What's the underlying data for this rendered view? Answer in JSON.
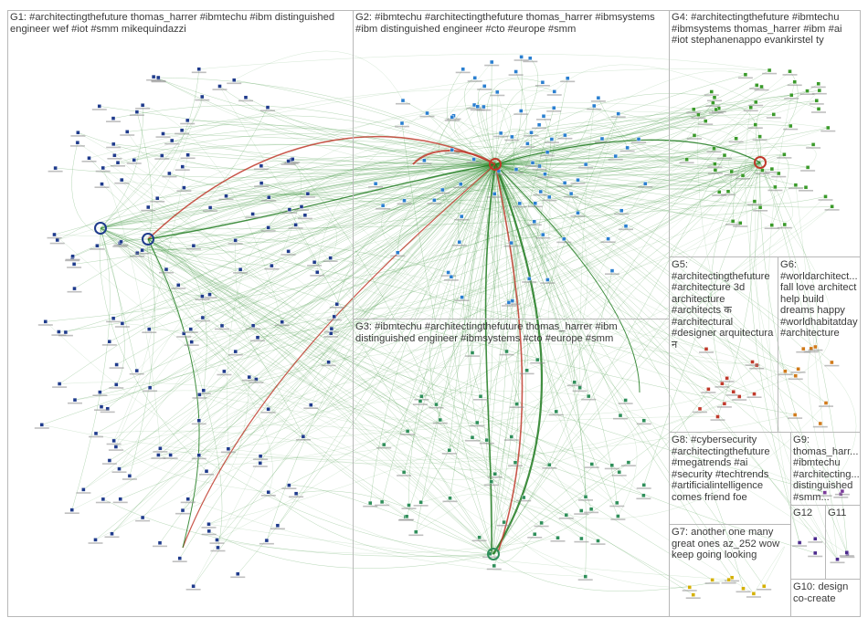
{
  "colors": {
    "edge": "#2e8b2e",
    "edge_strong": "#1f7a1f",
    "edge_highlight": "#c0392b",
    "box_border": "#b8b8b8",
    "label_text": "#3a3a3a",
    "node_g1": "#1f3b8c",
    "node_g2": "#2a7fd0",
    "node_g3": "#2f8f5a",
    "node_g4": "#3a9a2a",
    "node_g5": "#c0392b",
    "node_g6": "#d07a1a",
    "node_g7": "#d4b000",
    "node_g9": "#7a3a9a",
    "node_g11": "#4b2a8c"
  },
  "groups": [
    {
      "id": "G1",
      "label": "G1: #architectingthefuture thomas_harrer #ibmtechu #ibm distinguished\nengineer wef #iot #smm mikequindazzi"
    },
    {
      "id": "G2",
      "label": "G2: #ibmtechu #architectingthefuture thomas_harrer #ibmsystems\n#ibm distinguished engineer #cto #europe #smm"
    },
    {
      "id": "G4",
      "label": "G4: #architectingthefuture #ibmtechu\n#ibmsystems thomas_harrer #ibm #ai\n#iot stephanenappo evankirstel ty"
    },
    {
      "id": "G5",
      "label": "G5:\n#architectingthefuture\n#architecture 3d\narchitecture\n#architects क\n#architectural\n#designer arquitectura\nन"
    },
    {
      "id": "G6",
      "label": "G6:\n#worldarchitect...\nfall love architect\nhelp build\ndreams happy\n#worldhabitatday\n#architecture"
    },
    {
      "id": "G3",
      "label": "G3: #ibmtechu #architectingthefuture thomas_harrer #ibm\ndistinguished engineer #ibmsystems #cto #europe #smm"
    },
    {
      "id": "G8",
      "label": "G8: #cybersecurity\n#architectingthefuture\n#megatrends #ai\n#security #techtrends\n#artificialintelligence\ncomes friend foe"
    },
    {
      "id": "G9",
      "label": "G9:\nthomas_harr...\n#ibmtechu\n#architecting...\ndistinguished\n#smm..."
    },
    {
      "id": "G12",
      "label": "G12"
    },
    {
      "id": "G11",
      "label": "G11"
    },
    {
      "id": "G7",
      "label": "G7: another one many\ngreat ones az_252 wow\nkeep going looking"
    },
    {
      "id": "G10",
      "label": "G10: design\nco-create"
    }
  ]
}
